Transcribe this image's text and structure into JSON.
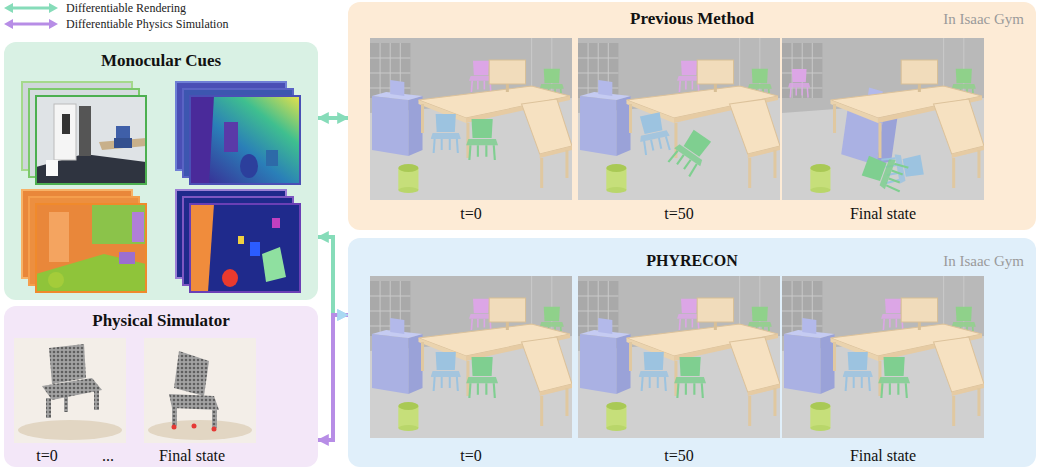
{
  "diagram": {
    "nodes": [
      {
        "text": [
          "Monocular Cues"
        ]
      },
      {
        "text": [
          "Physical Simulator"
        ]
      },
      {
        "text": [
          "Previous Method",
          "In Isaac Gym"
        ]
      },
      {
        "text": [
          "PHYRECON",
          "In Isaac Gym"
        ]
      }
    ],
    "edges": [
      {
        "from": 0,
        "to": 2,
        "arrow": "both"
      },
      {
        "from": 3,
        "to": 0,
        "arrow": "both"
      },
      {
        "from": 3,
        "to": 1,
        "arrow": "both"
      }
    ],
    "labels": [
      "t=0",
      "...",
      "Final state",
      "t=0",
      "t=50",
      "Final state",
      "t=0",
      "t=50",
      "Final state"
    ],
    "legend": [
      {
        "text": "Differentiable Rendering"
      },
      {
        "text": "Differentiable Physics Simulation"
      }
    ]
  }
}
